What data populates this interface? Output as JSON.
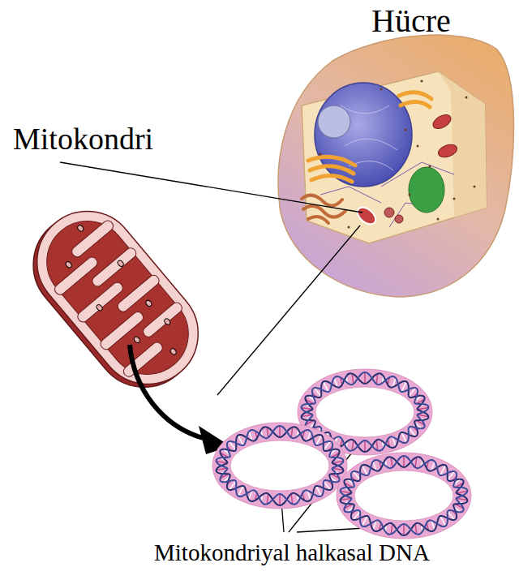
{
  "diagram": {
    "labels": [
      "Hücre",
      "Mitokondri",
      "Mitokondriyal halkasal DNA"
    ]
  }
}
